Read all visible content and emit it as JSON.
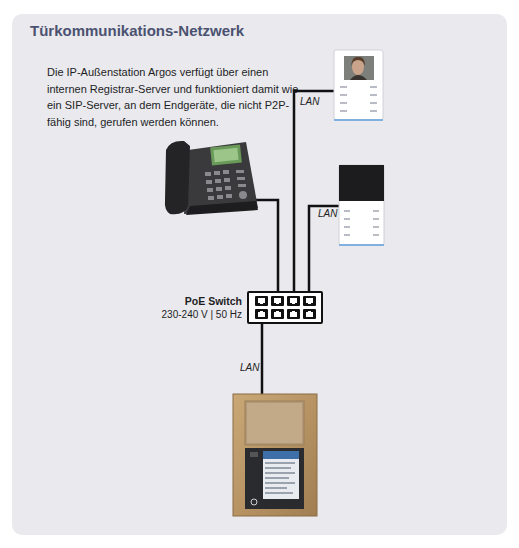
{
  "diagram": {
    "title": "Türkommunikations-Netzwerk",
    "nodes": [
      {
        "text": [
          "PoE Switch",
          "230-240 V | 50 Hz"
        ]
      }
    ],
    "labels": [
      "Die IP-Außenstation Argos verfügt über einen internen Registrar-Server und funktioniert damit wie ein SIP-Server, an dem Endgeräte, die nicht P2P-fähig sind, gerufen werden können.",
      "LAN",
      "LAN",
      "LAN"
    ]
  }
}
